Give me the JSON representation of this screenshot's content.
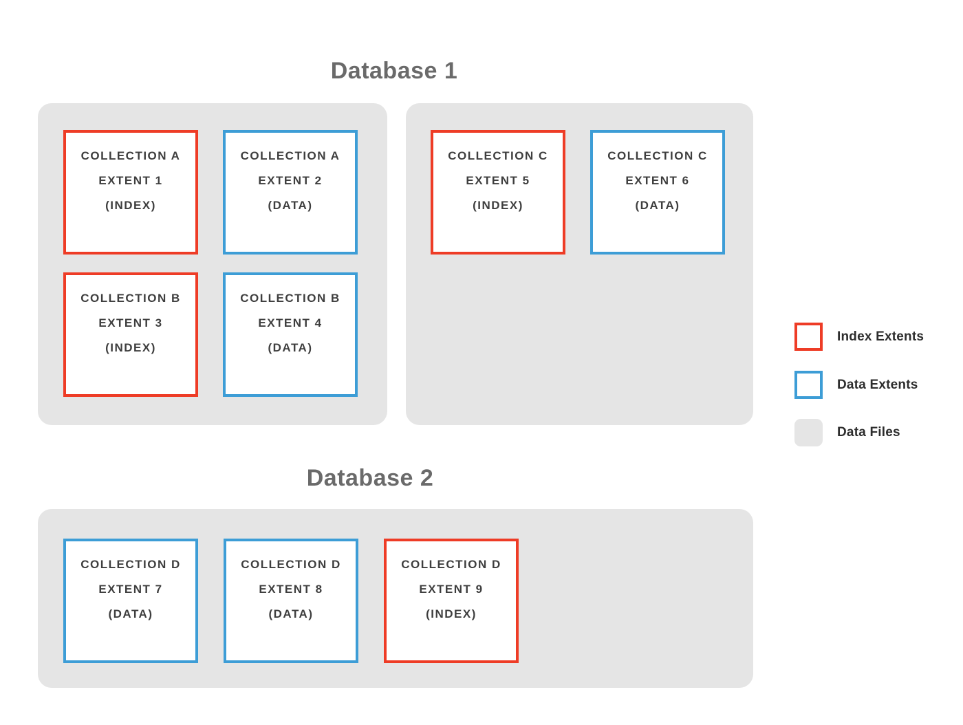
{
  "database1": {
    "title": "Database 1",
    "files": [
      {
        "extents": [
          {
            "collection": "COLLECTION A",
            "extent": "EXTENT 1",
            "type": "(INDEX)",
            "kind": "index"
          },
          {
            "collection": "COLLECTION A",
            "extent": "EXTENT 2",
            "type": "(DATA)",
            "kind": "data"
          },
          {
            "collection": "COLLECTION B",
            "extent": "EXTENT 3",
            "type": "(INDEX)",
            "kind": "index"
          },
          {
            "collection": "COLLECTION B",
            "extent": "EXTENT 4",
            "type": "(DATA)",
            "kind": "data"
          }
        ]
      },
      {
        "extents": [
          {
            "collection": "COLLECTION C",
            "extent": "EXTENT 5",
            "type": "(INDEX)",
            "kind": "index"
          },
          {
            "collection": "COLLECTION C",
            "extent": "EXTENT 6",
            "type": "(DATA)",
            "kind": "data"
          }
        ]
      }
    ]
  },
  "database2": {
    "title": "Database 2",
    "files": [
      {
        "extents": [
          {
            "collection": "COLLECTION D",
            "extent": "EXTENT 7",
            "type": "(DATA)",
            "kind": "data"
          },
          {
            "collection": "COLLECTION D",
            "extent": "EXTENT 8",
            "type": "(DATA)",
            "kind": "data"
          },
          {
            "collection": "COLLECTION D",
            "extent": "EXTENT 9",
            "type": "(INDEX)",
            "kind": "index"
          }
        ]
      }
    ]
  },
  "legend": {
    "items": [
      {
        "label": "Index Extents",
        "kind": "index"
      },
      {
        "label": "Data Extents",
        "kind": "data"
      },
      {
        "label": "Data Files",
        "kind": "file"
      }
    ]
  },
  "colors": {
    "index_extent_border": "#EE3C26",
    "data_extent_border": "#3D9DD6",
    "data_file_fill": "#E5E5E5",
    "title_text": "#6A6A6A",
    "extent_text": "#3E3E3E",
    "legend_text": "#2D2D2D"
  },
  "styles": {
    "index_border": "border-color:#EE3C26",
    "data_border": "border-color:#3D9DD6",
    "file_fill": "background-color:#E5E5E5"
  }
}
